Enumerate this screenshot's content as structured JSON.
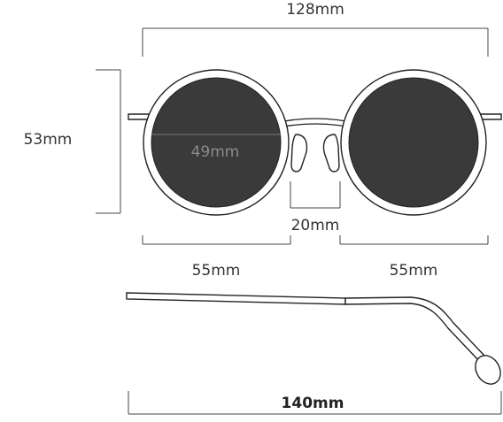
{
  "dimensions": {
    "total_width": "128mm",
    "height": "53mm",
    "lens_diameter": "49mm",
    "bridge": "20mm",
    "lens_width_left": "55mm",
    "lens_width_right": "55mm",
    "temple_length": "140mm"
  },
  "colors": {
    "lens": "#3a3a3a",
    "frame": "#222222",
    "dimension_line": "#444444",
    "lens_label": "#8a8a8a"
  }
}
